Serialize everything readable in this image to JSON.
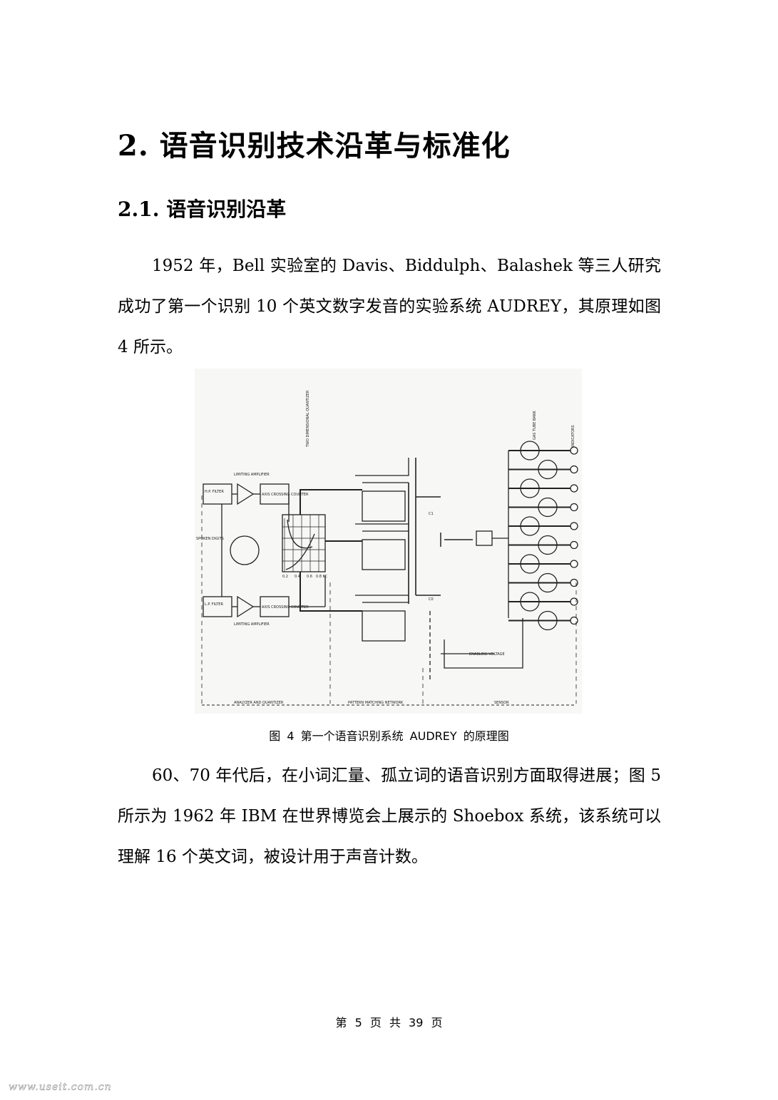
{
  "heading": "2. 语音识别技术沿革与标准化",
  "subheading": "2.1. 语音识别沿革",
  "paragraphs": [
    "1952 年，Bell 实验室的 Davis、Biddulph、Balashek 等三人研究成功了第一个识别 10 个英文数字发音的实验系统 AUDREY，其原理如图 4 所示。",
    "60、70 年代后，在小词汇量、孤立词的语音识别方面取得进展；图 5 所示为 1962 年 IBM 在世界博览会上展示的 Shoebox 系统，该系统可以理解 16 个英文词，被设计用于声音计数。"
  ],
  "figure": {
    "caption": "图 4  第一个语音识别系统 AUDREY 的原理图",
    "labels": {
      "hp_filter": "H.P. FILTER",
      "lp_filter": "L.P. FILTER",
      "limiting_amp": "LIMITING AMPLIFIER",
      "axis_counter": "AXIS CROSSING COUNTER",
      "spoken_digits": "SPOKEN DIGITS",
      "section_analyzer": "ANALYZER AND QUANTIZER",
      "section_pattern": "PATTERN MATCHING NETWORK",
      "section_sensor": "SENSOR",
      "enabling": "ENABLING VOLTAGE",
      "gas_tube": "GAS TUBE BANK",
      "indicators": "INDICATORS",
      "quantizer": "TWO DIMENSIONAL QUANTIZER",
      "c1": "C1",
      "c0": "C0",
      "axis_ticks": [
        "0.2",
        "0.4",
        "0.6",
        "0.8 KC"
      ]
    }
  },
  "footer": "第 5 页 共 39 页",
  "watermark": "www.useit.com.cn"
}
